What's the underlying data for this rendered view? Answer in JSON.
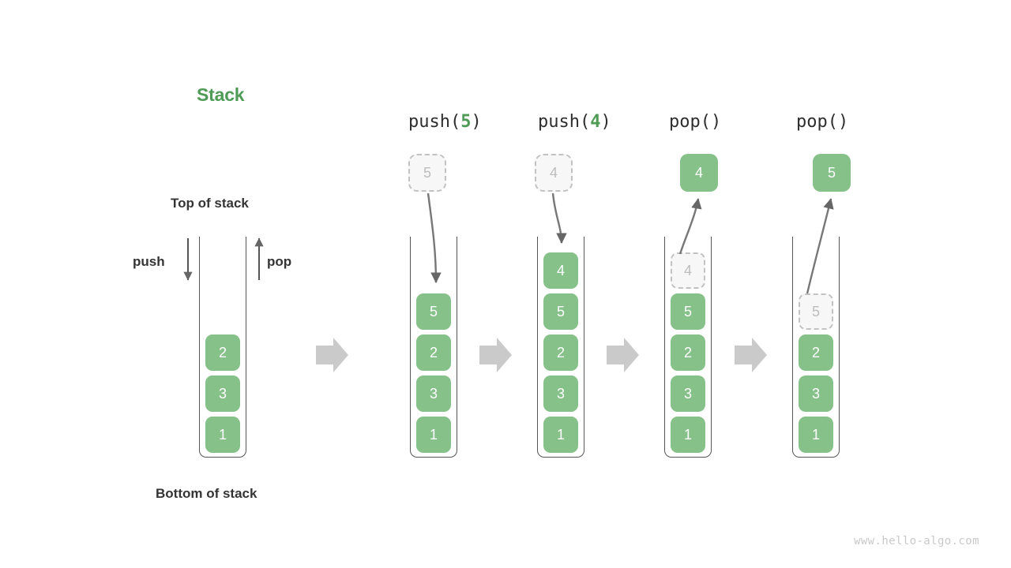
{
  "title": "Stack",
  "labels": {
    "top_of_stack": "Top of stack",
    "bottom_of_stack": "Bottom of stack",
    "push": "push",
    "pop": "pop"
  },
  "watermark": "www.hello-algo.com",
  "colors": {
    "accent_green": "#4d9b54",
    "cell_green": "#85c188",
    "ghost_gray": "#bdbdbd",
    "arrow_gray": "#666666",
    "transition_arrow": "#cccccc",
    "text_dark": "#343434"
  },
  "panels": [
    {
      "id": "initial",
      "header_prefix": "",
      "header_arg": "",
      "header_suffix": "",
      "stack": [
        "2",
        "3",
        "1"
      ],
      "floating": null,
      "ghost_index": null
    },
    {
      "id": "push-5",
      "header_prefix": "push(",
      "header_arg": "5",
      "header_suffix": ")",
      "stack": [
        "5",
        "2",
        "3",
        "1"
      ],
      "floating": "5",
      "floating_kind": "incoming",
      "ghost_index": null
    },
    {
      "id": "push-4",
      "header_prefix": "push(",
      "header_arg": "4",
      "header_suffix": ")",
      "stack": [
        "4",
        "5",
        "2",
        "3",
        "1"
      ],
      "floating": "4",
      "floating_kind": "incoming",
      "ghost_index": null
    },
    {
      "id": "pop-1",
      "header_prefix": "pop()",
      "header_arg": "",
      "header_suffix": "",
      "stack": [
        "4",
        "5",
        "2",
        "3",
        "1"
      ],
      "floating": "4",
      "floating_kind": "popped",
      "ghost_index": 0
    },
    {
      "id": "pop-2",
      "header_prefix": "pop()",
      "header_arg": "",
      "header_suffix": "",
      "stack": [
        "5",
        "2",
        "3",
        "1"
      ],
      "floating": "5",
      "floating_kind": "popped",
      "ghost_index": 0
    }
  ],
  "transition_arrows": 4
}
